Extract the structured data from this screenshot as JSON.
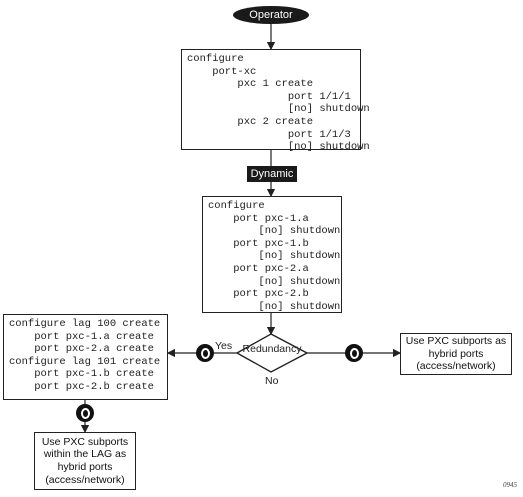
{
  "start": {
    "label": "Operator"
  },
  "config_port_xc": {
    "lines": [
      "configure",
      "    port-xc",
      "        pxc 1 create",
      "                port 1/1/1",
      "                [no] shutdown",
      "        pxc 2 create",
      "                port 1/1/3",
      "                [no] shutdown"
    ]
  },
  "dynamic_tag": {
    "label": "Dynamic"
  },
  "config_ports": {
    "lines": [
      "configure",
      "    port pxc-1.a",
      "        [no] shutdown",
      "    port pxc-1.b",
      "        [no] shutdown",
      "    port pxc-2.a",
      "        [no] shutdown",
      "    port pxc-2.b",
      "        [no] shutdown"
    ]
  },
  "decision": {
    "label": "Redundancy",
    "yes_label": "Yes",
    "no_label": "No"
  },
  "config_lag": {
    "lines": [
      "configure lag 100 create",
      "    port pxc-1.a create",
      "    port pxc-2.a create",
      "configure lag 101 create",
      "    port pxc-1.b create",
      "    port pxc-2.b create"
    ]
  },
  "outcome_lag": {
    "text": "Use PXC subports within the LAG as hybrid ports (access/network)"
  },
  "outcome_hybrid": {
    "text": "Use PXC subports as hybrid ports (access/network)"
  },
  "figure_ref": "0945"
}
